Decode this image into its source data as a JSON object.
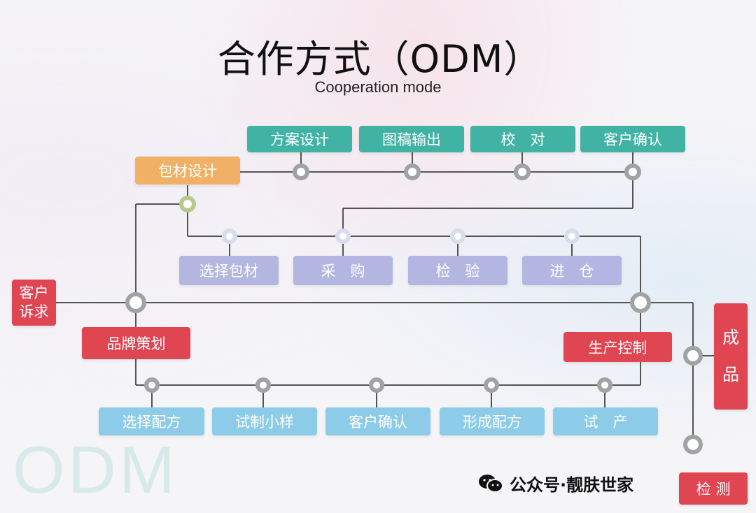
{
  "title": "合作方式（ODM）",
  "subtitle": "Cooperation mode",
  "boxes": {
    "packaging_design": "包材设计",
    "scheme_design": "方案设计",
    "drawing_output": "图稿输出",
    "proofread": "校　对",
    "client_confirm_top": "客户确认",
    "select_packaging": "选择包材",
    "procurement": "采　购",
    "inspection": "检　验",
    "warehousing": "进　仓",
    "client_demand_1": "客户",
    "client_demand_2": "诉求",
    "brand_planning": "品牌策划",
    "production_control": "生产控制",
    "finished_1": "成",
    "finished_2": "品",
    "select_formula": "选择配方",
    "trial_sample": "试制小样",
    "client_confirm_bottom": "客户确认",
    "finalize_formula": "形成配方",
    "trial_production": "试　产",
    "corner_box": "检 测"
  },
  "watermark": {
    "logo_text": "ODM",
    "credit": "公众号·靓肤世家"
  },
  "colors": {
    "teal": "#41b3a5",
    "orange": "#f0b167",
    "lavender": "#b2b6e0",
    "red": "#e04552",
    "sky": "#8ccce8",
    "line": "#555555"
  }
}
